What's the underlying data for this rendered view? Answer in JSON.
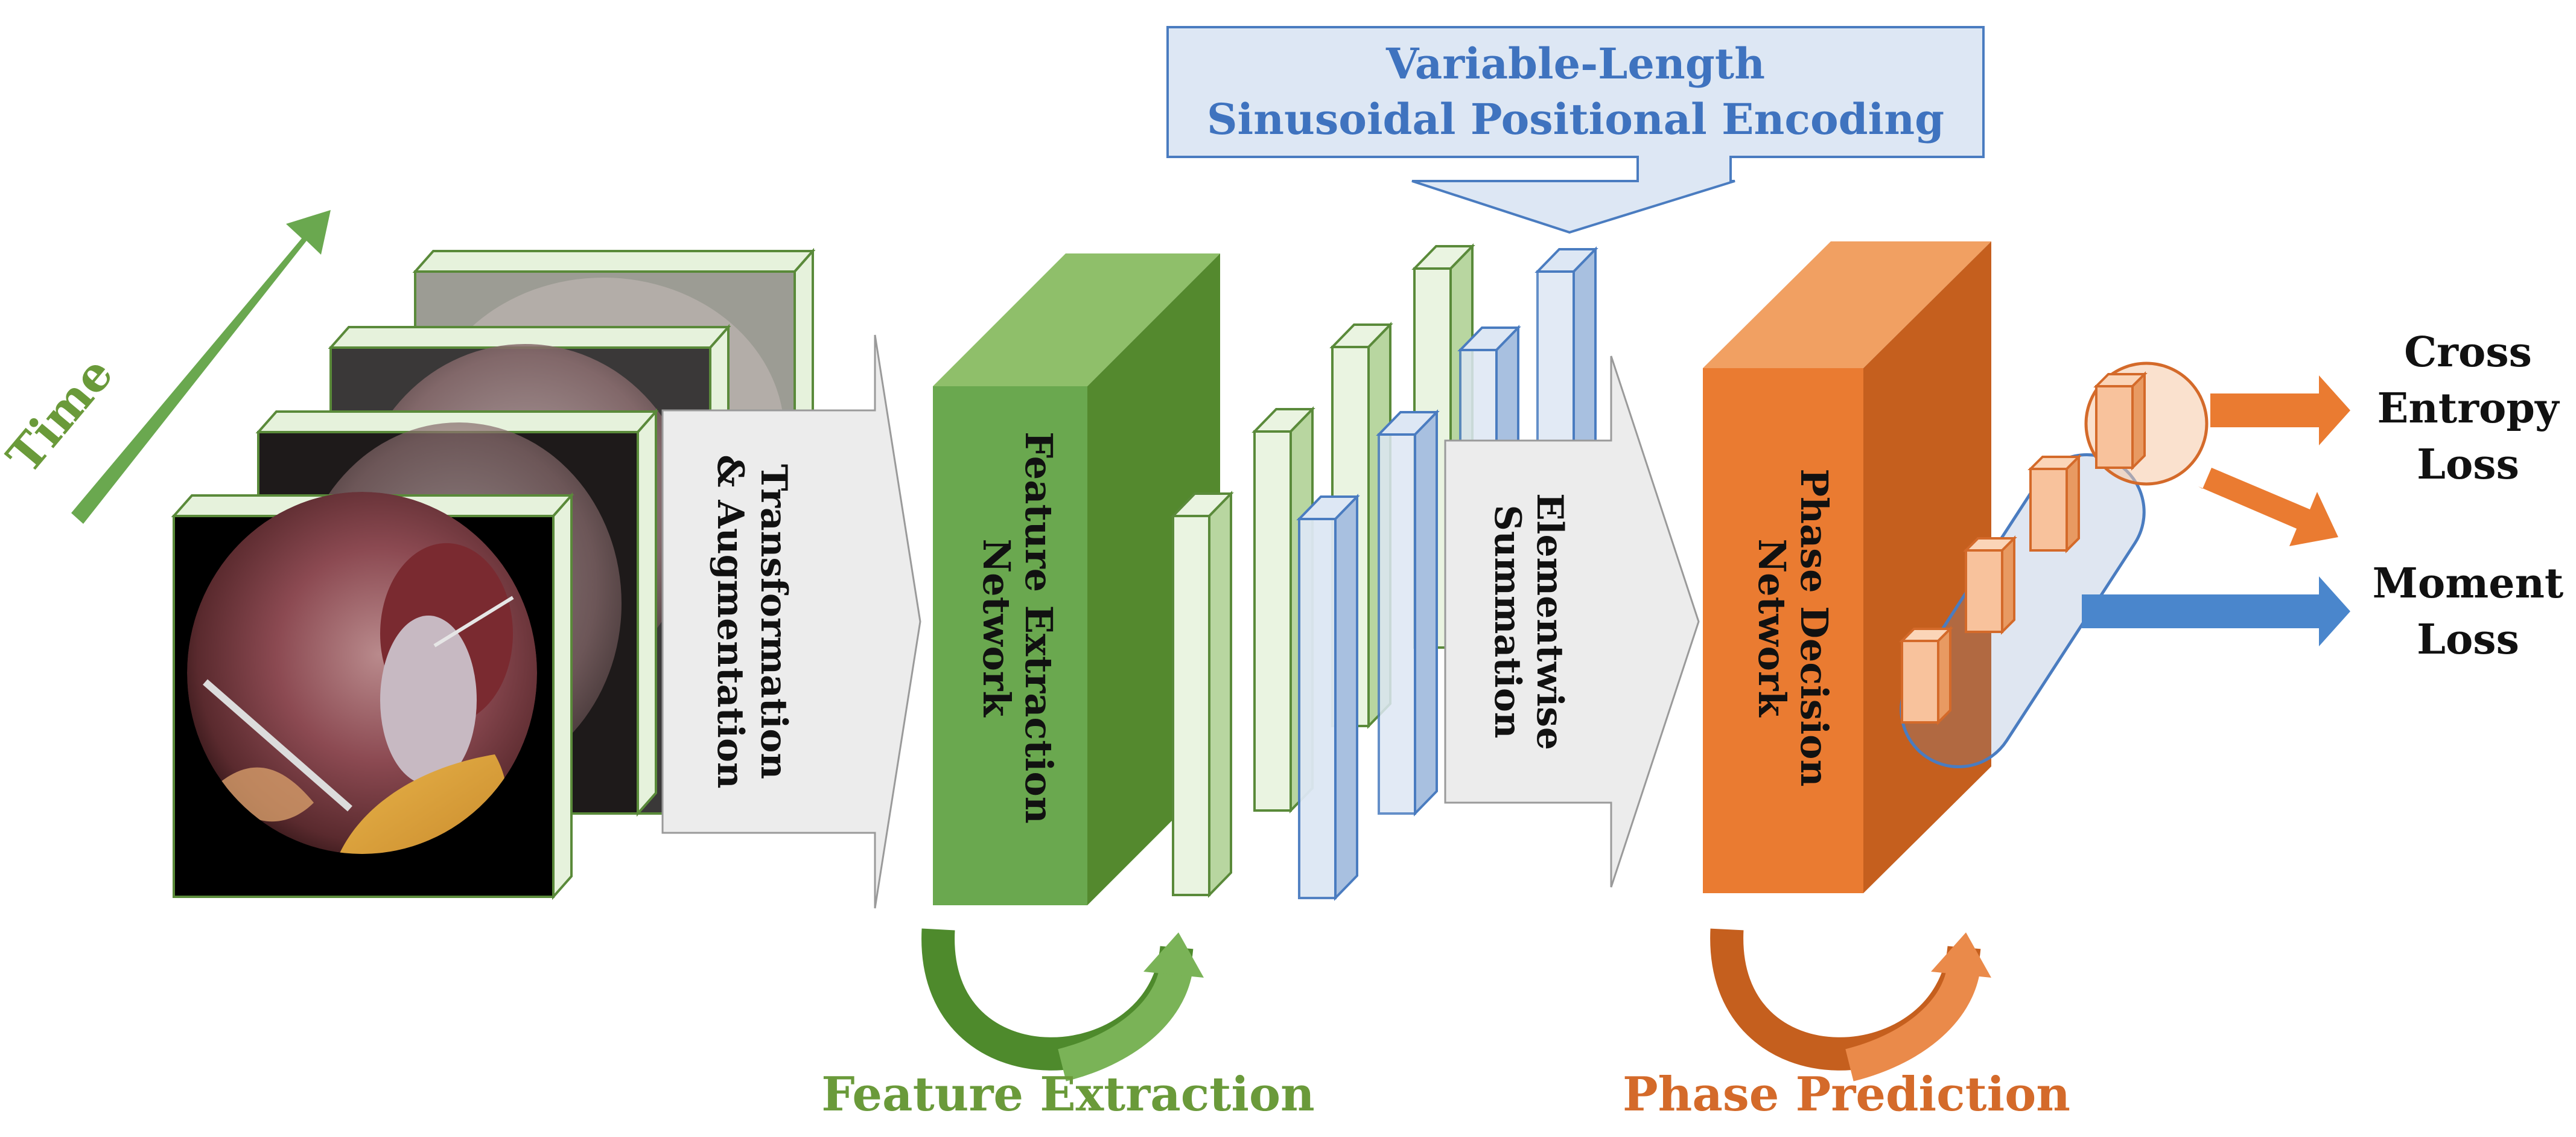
{
  "time_label": "Time",
  "transform_label": [
    "Transformation",
    "& Augmentation"
  ],
  "feature_network_label": [
    "Feature Extraction",
    "Network"
  ],
  "positional_encoding_label": [
    "Variable-Length",
    "Sinusoidal Positional Encoding"
  ],
  "summation_label": [
    "Elementwise",
    "Summation"
  ],
  "phase_network_label": [
    "Phase Decision",
    "Network"
  ],
  "cross_entropy_label": [
    "Cross",
    "Entropy",
    "Loss"
  ],
  "moment_loss_label": [
    "Moment",
    "Loss"
  ],
  "feature_extraction_caption": "Feature Extraction",
  "phase_prediction_caption": "Phase Prediction",
  "colors": {
    "green": "#6a9a3a",
    "green_dark": "#4e8a2c",
    "orange": "#ea7b31",
    "orange_dark": "#c55f1e",
    "blue": "#4a7cc0",
    "blue_light": "#dde7f4",
    "gray_arrow": "#ececec"
  },
  "icons": [
    "photo-frame-stack",
    "time-arrow",
    "loop-arrow-green",
    "loop-arrow-orange"
  ]
}
